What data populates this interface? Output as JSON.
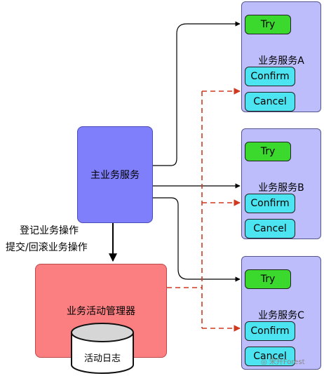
{
  "main_service": {
    "label": "主业务服务"
  },
  "manager": {
    "label": "业务活动管理器",
    "log_label": "活动日志"
  },
  "side_labels": {
    "register": "登记业务操作",
    "commit": "提交/回滚业务操作"
  },
  "services": [
    {
      "title": "业务服务A",
      "try": "Try",
      "confirm": "Confirm",
      "cancel": "Cancel"
    },
    {
      "title": "业务服务B",
      "try": "Try",
      "confirm": "Confirm",
      "cancel": "Cancel"
    },
    {
      "title": "业务服务C",
      "try": "Try",
      "confirm": "Confirm",
      "cancel": "Cancel"
    }
  ],
  "watermark": "宋升Forest",
  "colors": {
    "main": "#7f7ffb",
    "manager": "#fb7f80",
    "service": "#bdbdfc",
    "try": "#3bd82d",
    "confirm_cancel": "#4ce4f0",
    "dashed": "#d0391f"
  }
}
